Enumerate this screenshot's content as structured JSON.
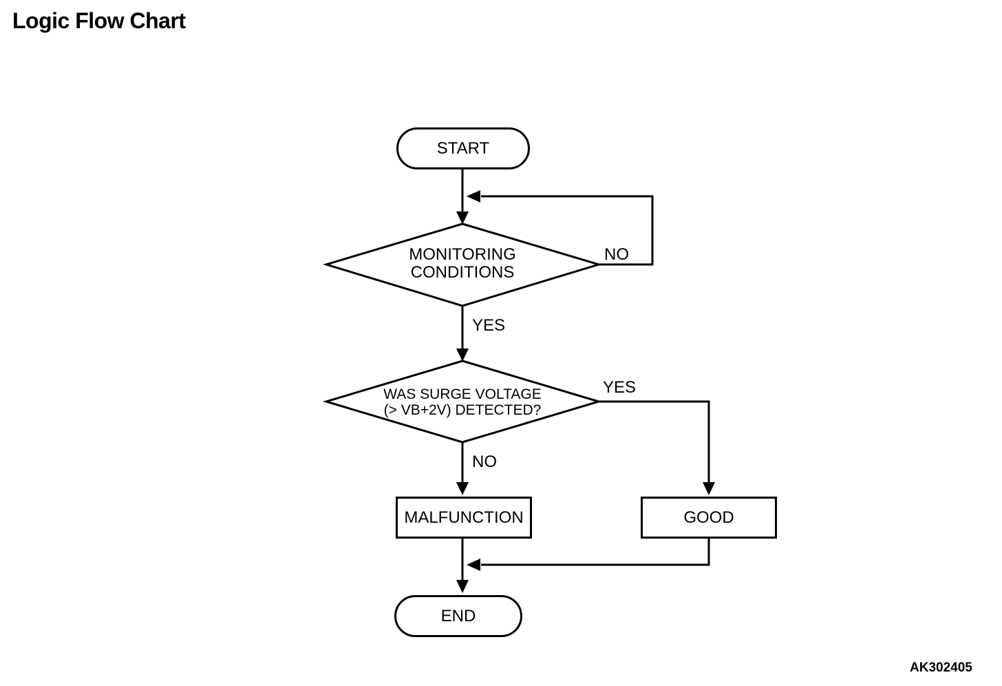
{
  "page": {
    "title": "Logic Flow Chart",
    "figure_code": "AK302405",
    "background_color": "#ffffff",
    "line_color": "#000000"
  },
  "flowchart": {
    "nodes": [
      {
        "id": "start",
        "type": "terminator",
        "label": "START"
      },
      {
        "id": "monitoring-conditions",
        "type": "decision",
        "label_line1": "MONITORING",
        "label_line2": "CONDITIONS"
      },
      {
        "id": "surge-voltage-check",
        "type": "decision",
        "label_line1": "WAS SURGE VOLTAGE",
        "label_line2": "(> VB+2V) DETECTED?"
      },
      {
        "id": "malfunction",
        "type": "process",
        "label": "MALFUNCTION"
      },
      {
        "id": "good",
        "type": "process",
        "label": "GOOD"
      },
      {
        "id": "end",
        "type": "terminator",
        "label": "END"
      }
    ],
    "edges": [
      {
        "from": "start",
        "to": "monitoring-conditions",
        "label": ""
      },
      {
        "from": "monitoring-conditions",
        "to": "monitoring-conditions",
        "label": "NO"
      },
      {
        "from": "monitoring-conditions",
        "to": "surge-voltage-check",
        "label": "YES"
      },
      {
        "from": "surge-voltage-check",
        "to": "good",
        "label": "YES"
      },
      {
        "from": "surge-voltage-check",
        "to": "malfunction",
        "label": "NO"
      },
      {
        "from": "malfunction",
        "to": "end",
        "label": ""
      },
      {
        "from": "good",
        "to": "end",
        "label": ""
      }
    ]
  }
}
